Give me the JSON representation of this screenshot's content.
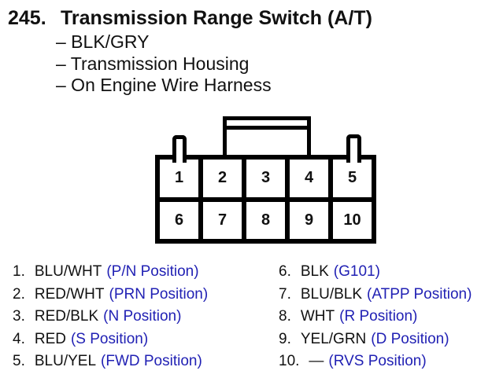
{
  "header": {
    "number": "245.",
    "title": "Transmission Range Switch (A/T)"
  },
  "details": [
    "– BLK/GRY",
    "– Transmission Housing",
    "– On Engine Wire Harness"
  ],
  "connector": {
    "pins": [
      "1",
      "2",
      "3",
      "4",
      "5",
      "6",
      "7",
      "8",
      "9",
      "10"
    ]
  },
  "pin_list": {
    "left": [
      {
        "num": "1.",
        "wire": "BLU/WHT",
        "note": "(P/N Position)"
      },
      {
        "num": "2.",
        "wire": "RED/WHT",
        "note": "(PRN Position)"
      },
      {
        "num": "3.",
        "wire": "RED/BLK",
        "note": "(N Position)"
      },
      {
        "num": "4.",
        "wire": "RED",
        "note": "(S Position)"
      },
      {
        "num": "5.",
        "wire": "BLU/YEL",
        "note": "(FWD Position)"
      }
    ],
    "right": [
      {
        "num": "6.",
        "wire": "BLK",
        "note": "(G101)"
      },
      {
        "num": "7.",
        "wire": "BLU/BLK",
        "note": "(ATPP Position)"
      },
      {
        "num": "8.",
        "wire": "WHT",
        "note": "(R Position)"
      },
      {
        "num": "9.",
        "wire": "YEL/GRN",
        "note": "(D Position)"
      },
      {
        "num": "10.",
        "wire": "—",
        "note": "(RVS Position)"
      }
    ]
  },
  "colors": {
    "text": "#111111",
    "note_blue": "#2121b4",
    "line": "#000000",
    "background": "#ffffff"
  }
}
